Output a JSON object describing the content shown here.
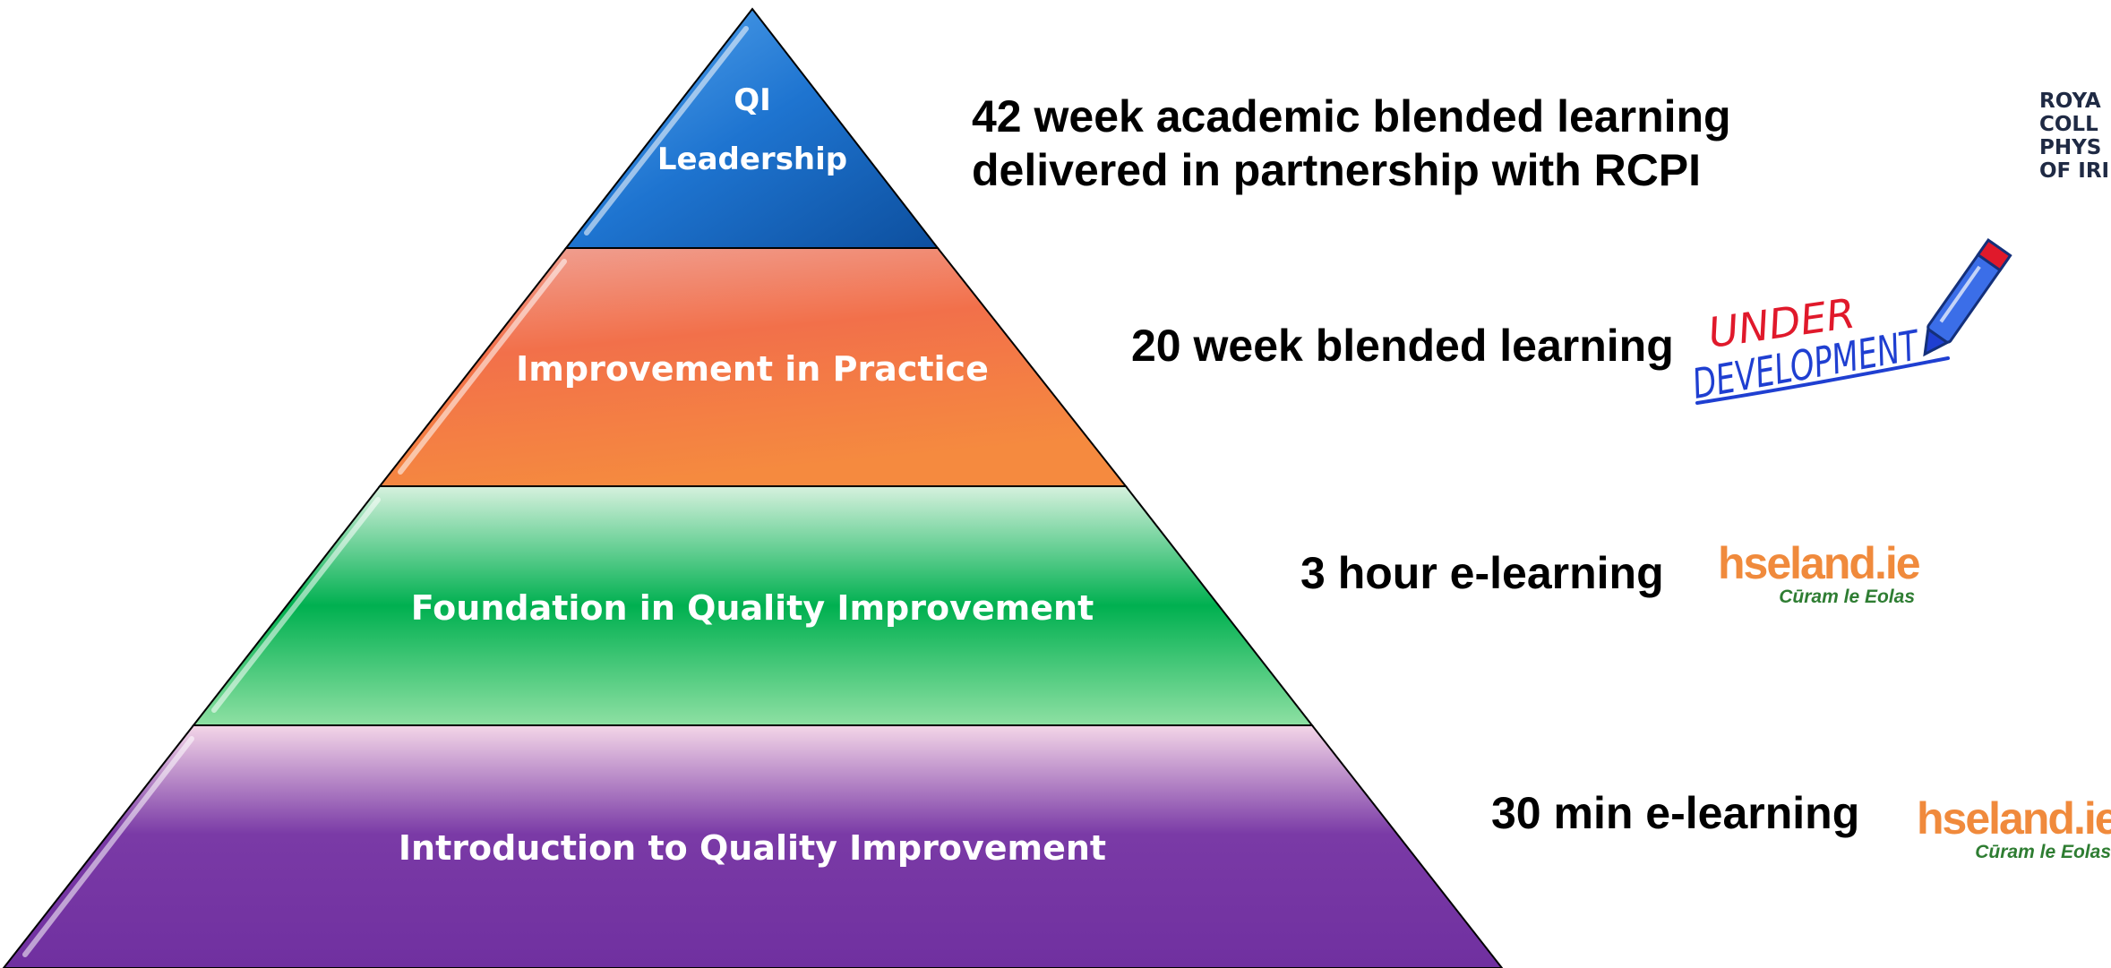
{
  "pyramid": {
    "tiers": [
      {
        "id": "leadership",
        "label_lines": [
          "QI",
          "Leadership"
        ],
        "color": "#1565c0"
      },
      {
        "id": "practice",
        "label_lines": [
          "Improvement in Practice"
        ],
        "color": "#f26b3a"
      },
      {
        "id": "foundation",
        "label_lines": [
          "Foundation in Quality Improvement"
        ],
        "color": "#00b050"
      },
      {
        "id": "introduction",
        "label_lines": [
          "Introduction to Quality Improvement"
        ],
        "color": "#7030a0"
      }
    ]
  },
  "descriptions": {
    "leadership": "42 week academic blended learning delivered in partnership with RCPI",
    "practice": "20 week blended learning",
    "foundation": "3 hour e-learning",
    "introduction": "30 min e-learning"
  },
  "logos": {
    "rcpi": {
      "lines": [
        "ROYA",
        "COLL",
        "PHYS",
        "OF IRI"
      ]
    },
    "under_development": {
      "line1": "UNDER",
      "line2": "DEVELOPMENT"
    },
    "hseland_1": {
      "brand": "hseland.ie",
      "tagline": "Cūram le Eolas"
    },
    "hseland_2": {
      "brand": "hseland.ie",
      "tagline": "Cūram le Eolas"
    }
  },
  "colors": {
    "leadership_blue": "#1565c0",
    "practice_orange": "#f26b3a",
    "foundation_green": "#00b050",
    "introduction_purple": "#7030a0",
    "hse_orange": "#f08a3c",
    "hse_green": "#2e7d32",
    "under_red": "#e0192b",
    "development_blue": "#1f3fd1"
  }
}
